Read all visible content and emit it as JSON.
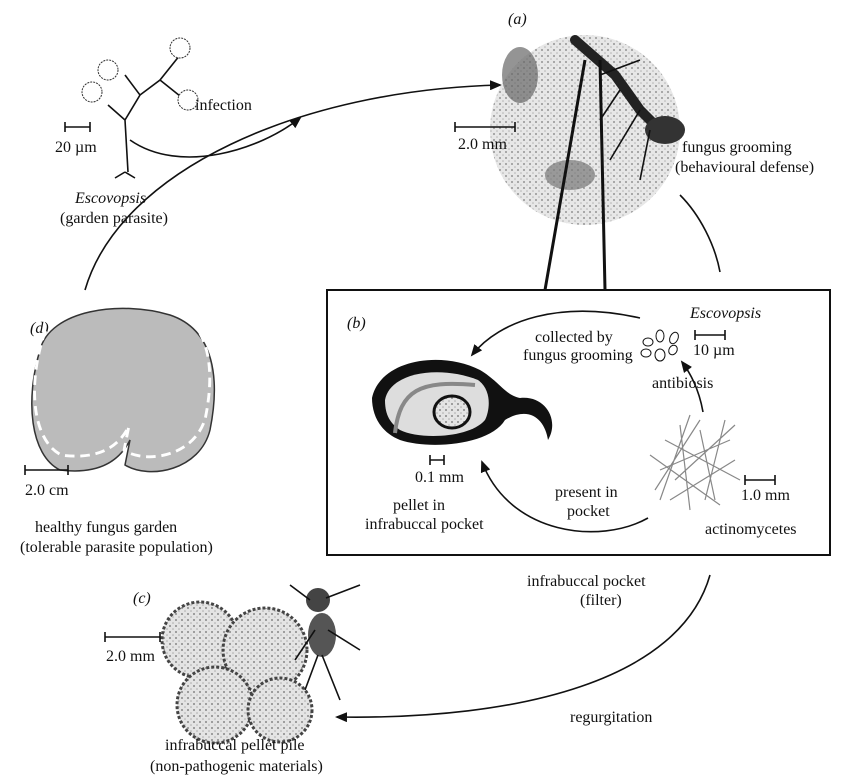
{
  "panels": {
    "a": {
      "label": "(a)",
      "caption_1": "fungus grooming",
      "caption_2": "(behavioural defense)",
      "scale": "2.0 mm"
    },
    "b": {
      "label": "(b)",
      "escovopsis": "Escovopsis",
      "escovopsis_scale": "10 µm",
      "collected_1": "collected by",
      "collected_2": "fungus grooming",
      "antibiosis": "antibiosis",
      "pellet_scale": "0.1 mm",
      "pellet_1": "pellet in",
      "pellet_2": "infrabuccal pocket",
      "present_1": "present in",
      "present_2": "pocket",
      "actino_scale": "1.0 mm",
      "actinomycetes": "actinomycetes"
    },
    "c": {
      "label": "(c)",
      "scale": "2.0 mm",
      "caption_1": "infrabuccal pellet pile",
      "caption_2": "(non-pathogenic materials)"
    },
    "d": {
      "label": "(d)",
      "scale": "2.0 cm",
      "caption_1": "healthy fungus garden",
      "caption_2": "(tolerable parasite population)"
    }
  },
  "parasite": {
    "name": "Escovopsis",
    "caption": "(garden parasite)",
    "scale": "20 µm"
  },
  "arrows": {
    "infection": "infection",
    "filter_1": "infrabuccal pocket",
    "filter_2": "(filter)",
    "regurgitation": "regurgitation"
  }
}
